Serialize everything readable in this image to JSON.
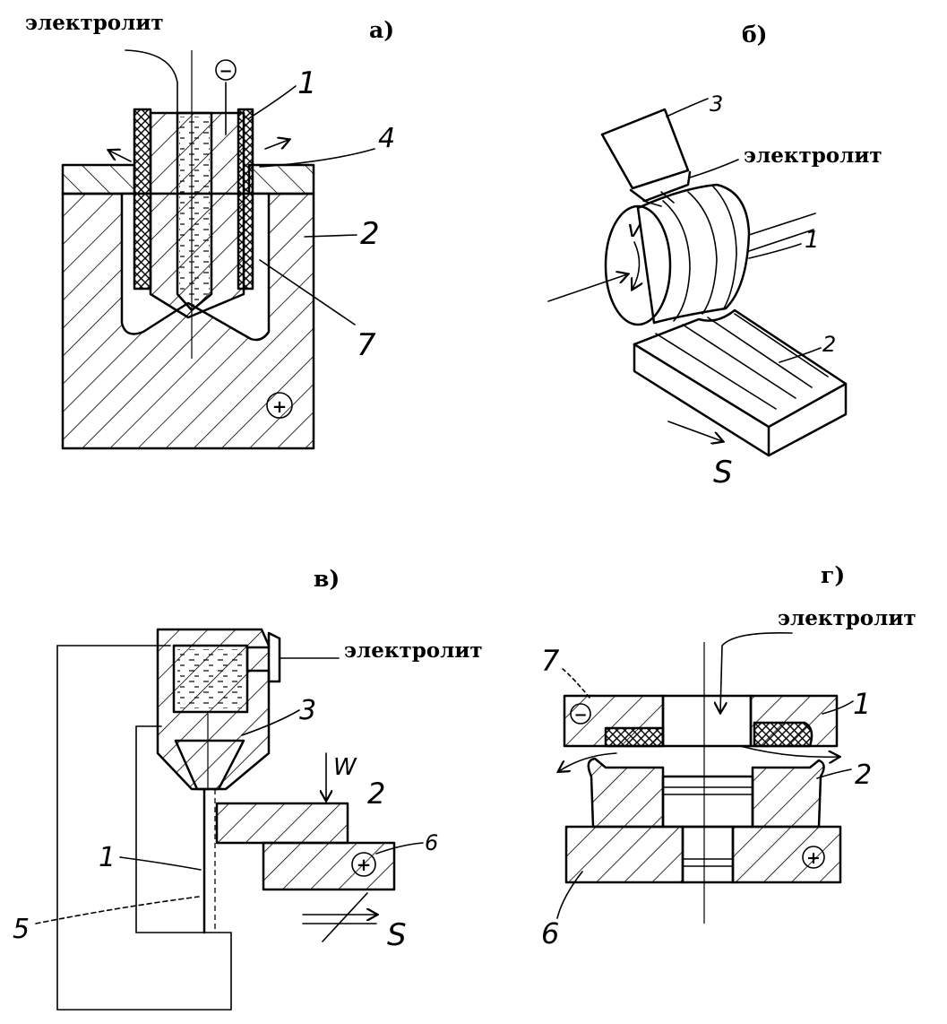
{
  "panels": {
    "a": {
      "title": "а)",
      "electrolyte": "электролит",
      "labels": [
        "1",
        "4",
        "2",
        "7"
      ],
      "signs": [
        "−",
        "+"
      ]
    },
    "b": {
      "title": "б)",
      "electrolyte": "электролит",
      "labels": [
        "3",
        "1",
        "2",
        "v",
        "S"
      ]
    },
    "c": {
      "title": "в)",
      "electrolyte": "электролит",
      "labels": [
        "3",
        "W",
        "2",
        "6",
        "1",
        "5",
        "S"
      ],
      "signs": [
        "+"
      ]
    },
    "d": {
      "title": "г)",
      "electrolyte": "электролит",
      "labels": [
        "7",
        "1",
        "2",
        "6"
      ],
      "signs": [
        "−",
        "+"
      ]
    }
  }
}
